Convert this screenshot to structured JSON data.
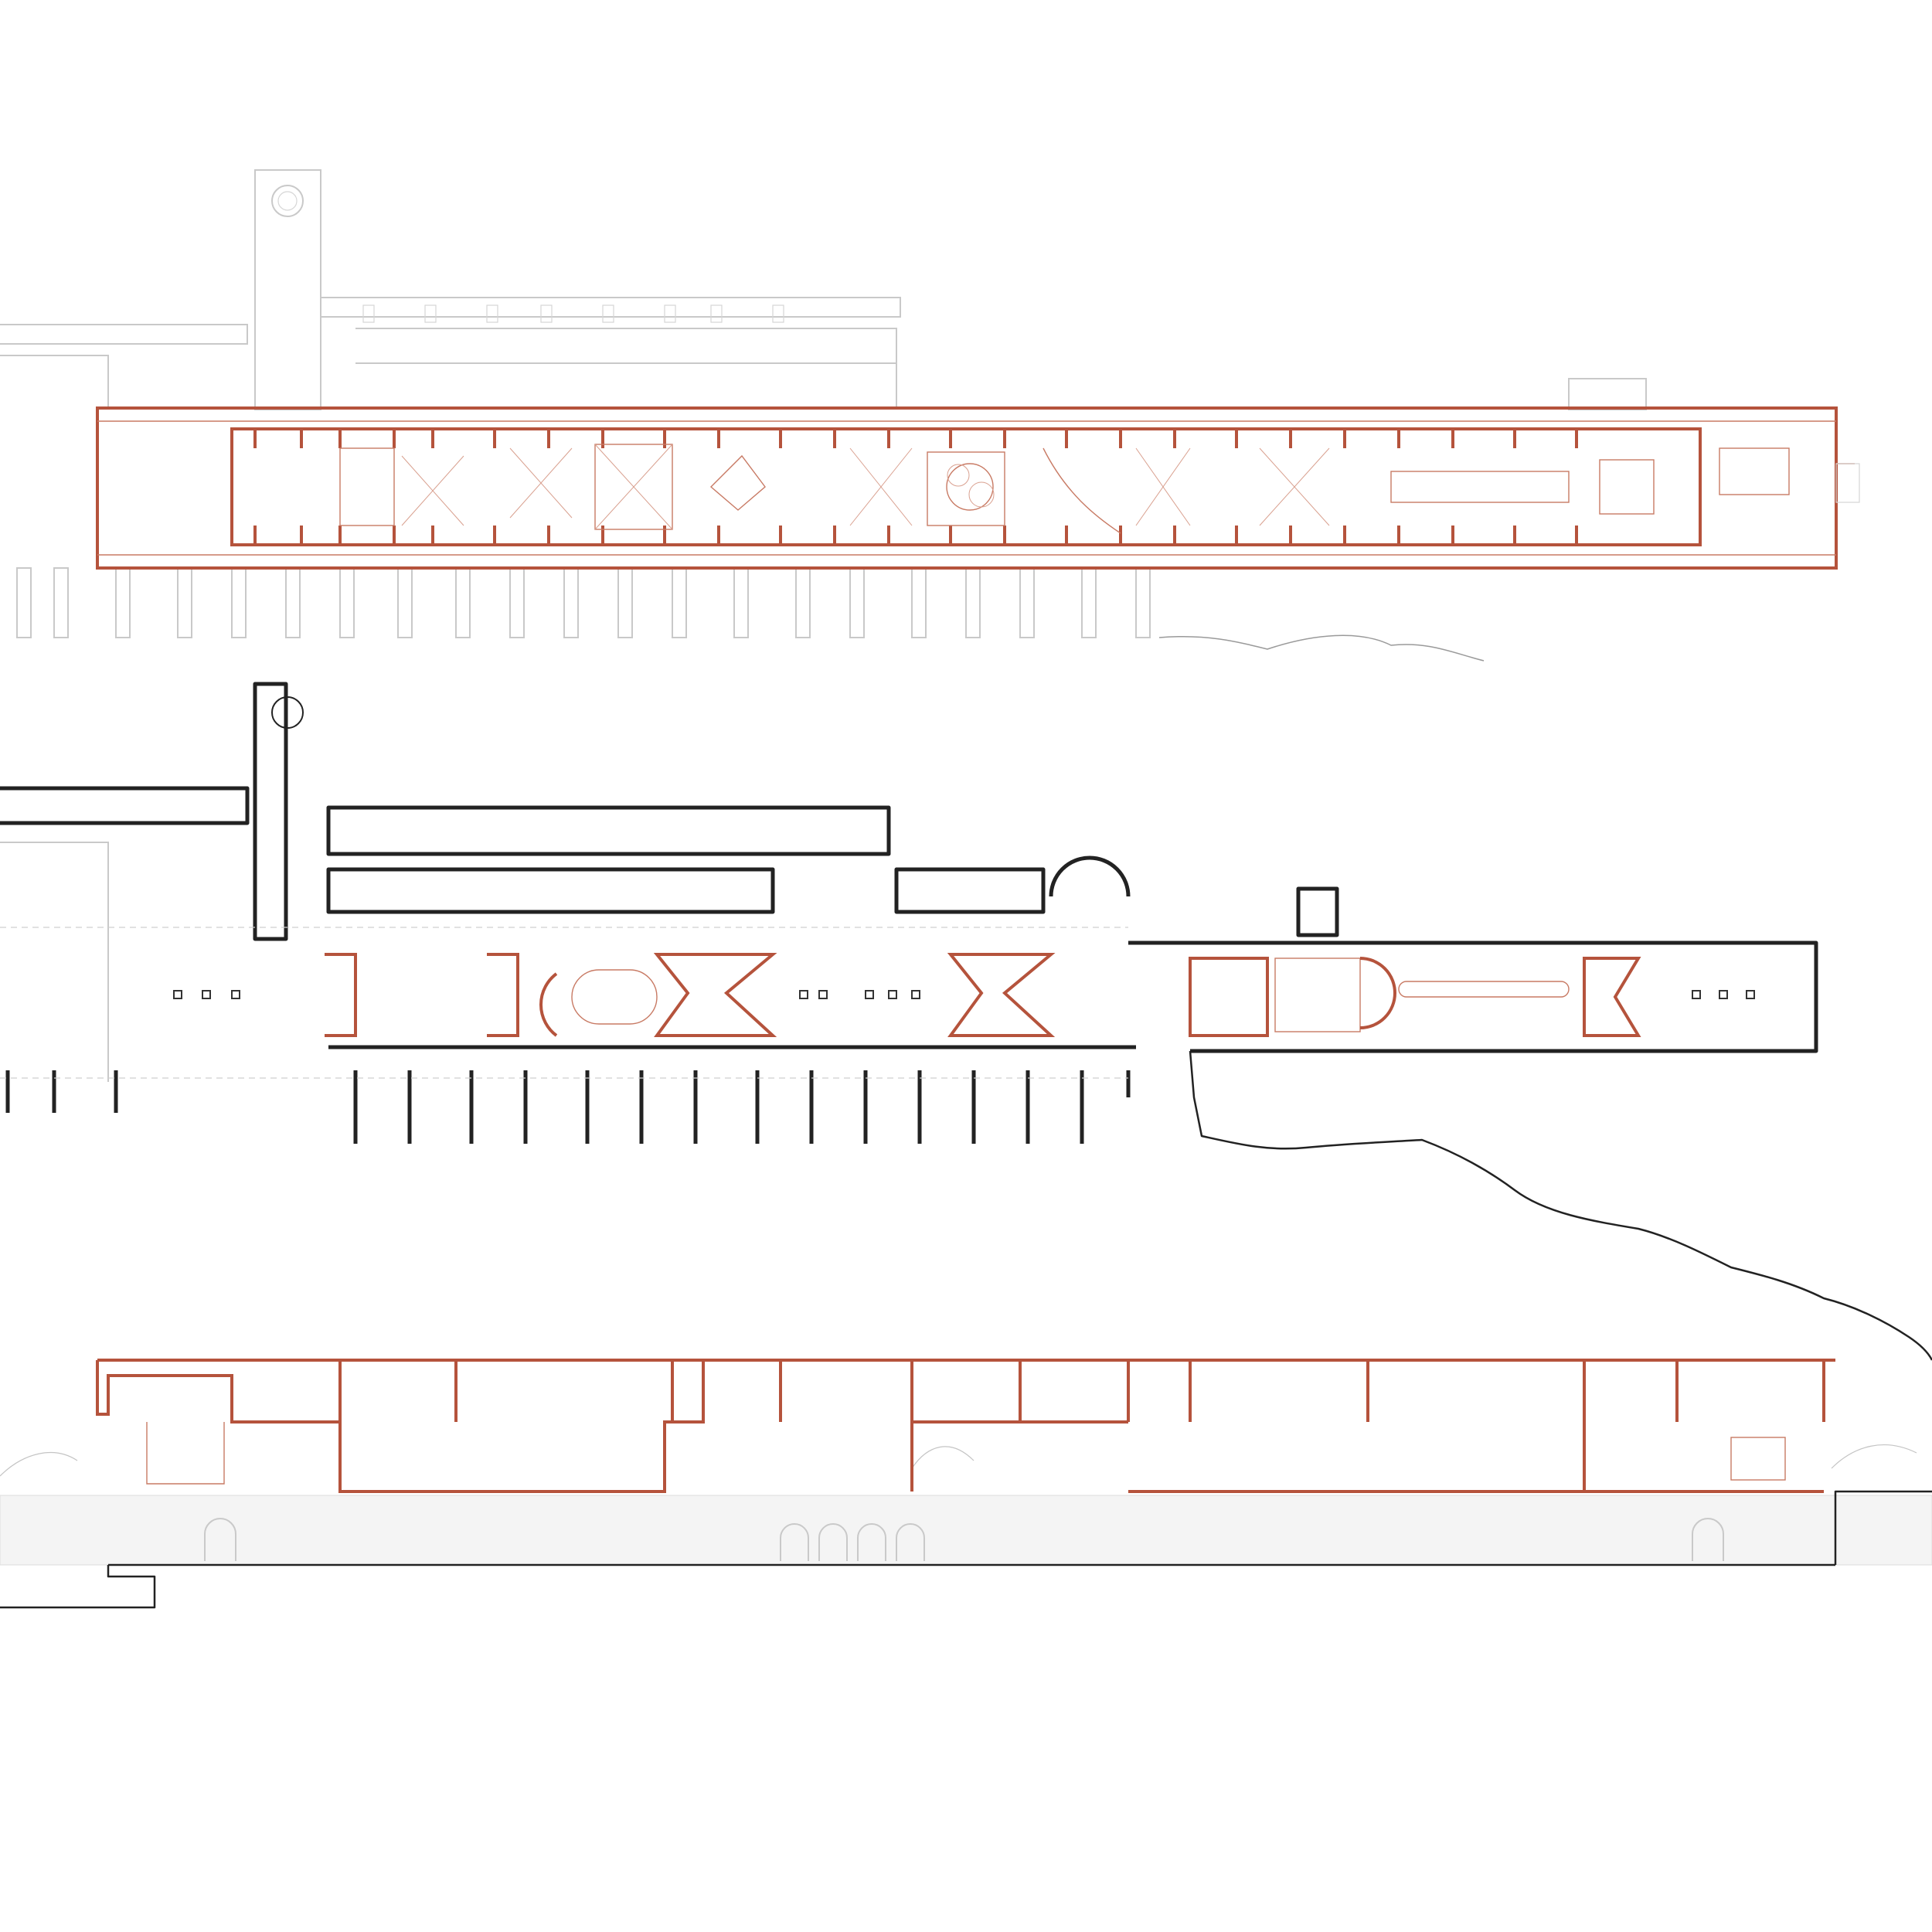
{
  "drawing": {
    "views": [
      {
        "id": "upper-floor-plan"
      },
      {
        "id": "ground-floor-plan"
      },
      {
        "id": "longitudinal-section"
      }
    ]
  },
  "colors": {
    "existing_ruin": "#222222",
    "ghost_context": "#c9c9c9",
    "new_structure": "#b5533c",
    "background": "#ffffff"
  }
}
